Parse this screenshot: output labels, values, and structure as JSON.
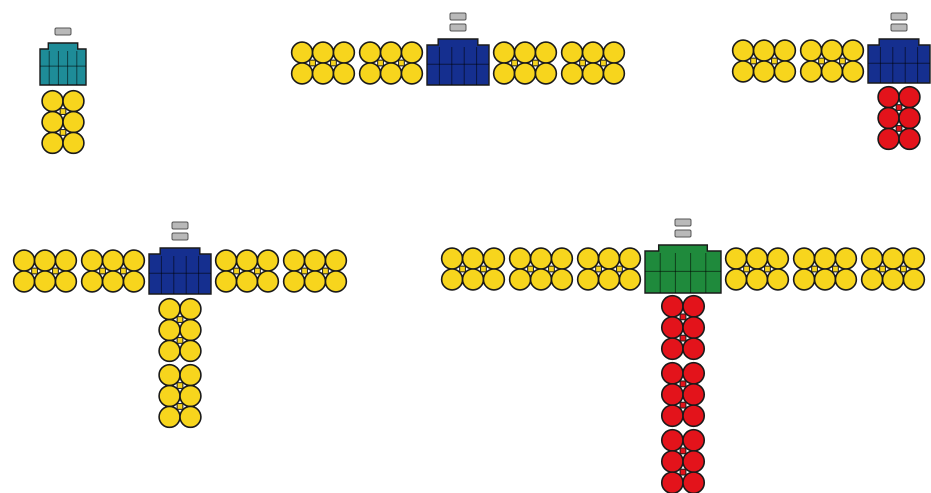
{
  "colors": {
    "background": "#ffffff",
    "outline": "#1a1a1a",
    "yellow": "#f7d51d",
    "red": "#e3131b",
    "teal": "#1e8c98",
    "navy": "#152f8f",
    "green": "#1f8a3c",
    "cap": "#b9b9b9"
  },
  "configurations": [
    {
      "id": "config-1",
      "core": {
        "color": "teal",
        "cap_icons": 1
      },
      "left_packs": [],
      "right_packs": [],
      "bottom_packs": [
        "yellow"
      ]
    },
    {
      "id": "config-2",
      "core": {
        "color": "navy",
        "cap_icons": 2
      },
      "left_packs": [
        "yellow",
        "yellow"
      ],
      "right_packs": [
        "yellow",
        "yellow"
      ],
      "bottom_packs": []
    },
    {
      "id": "config-3",
      "core": {
        "color": "navy",
        "cap_icons": 2
      },
      "left_packs": [
        "yellow",
        "yellow"
      ],
      "right_packs": [],
      "bottom_packs": [
        "red"
      ]
    },
    {
      "id": "config-4",
      "core": {
        "color": "navy",
        "cap_icons": 2
      },
      "left_packs": [
        "yellow",
        "yellow"
      ],
      "right_packs": [
        "yellow",
        "yellow"
      ],
      "bottom_packs": [
        "yellow",
        "yellow"
      ]
    },
    {
      "id": "config-5",
      "core": {
        "color": "green",
        "cap_icons": 2
      },
      "left_packs": [
        "yellow",
        "yellow",
        "yellow"
      ],
      "right_packs": [
        "yellow",
        "yellow",
        "yellow"
      ],
      "bottom_packs": [
        "red",
        "red",
        "red"
      ]
    }
  ]
}
